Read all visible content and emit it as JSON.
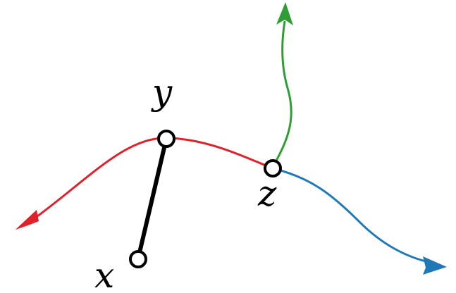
{
  "nodes": {
    "x": {
      "label": "x"
    },
    "y": {
      "label": "y"
    },
    "z": {
      "label": "z"
    }
  },
  "colors": {
    "red_curve": "#e0202a",
    "blue_curve": "#1f78b8",
    "green_curve": "#2e9e34",
    "black_edge": "#000000",
    "node_fill": "#ffffff",
    "node_stroke": "#000000"
  }
}
